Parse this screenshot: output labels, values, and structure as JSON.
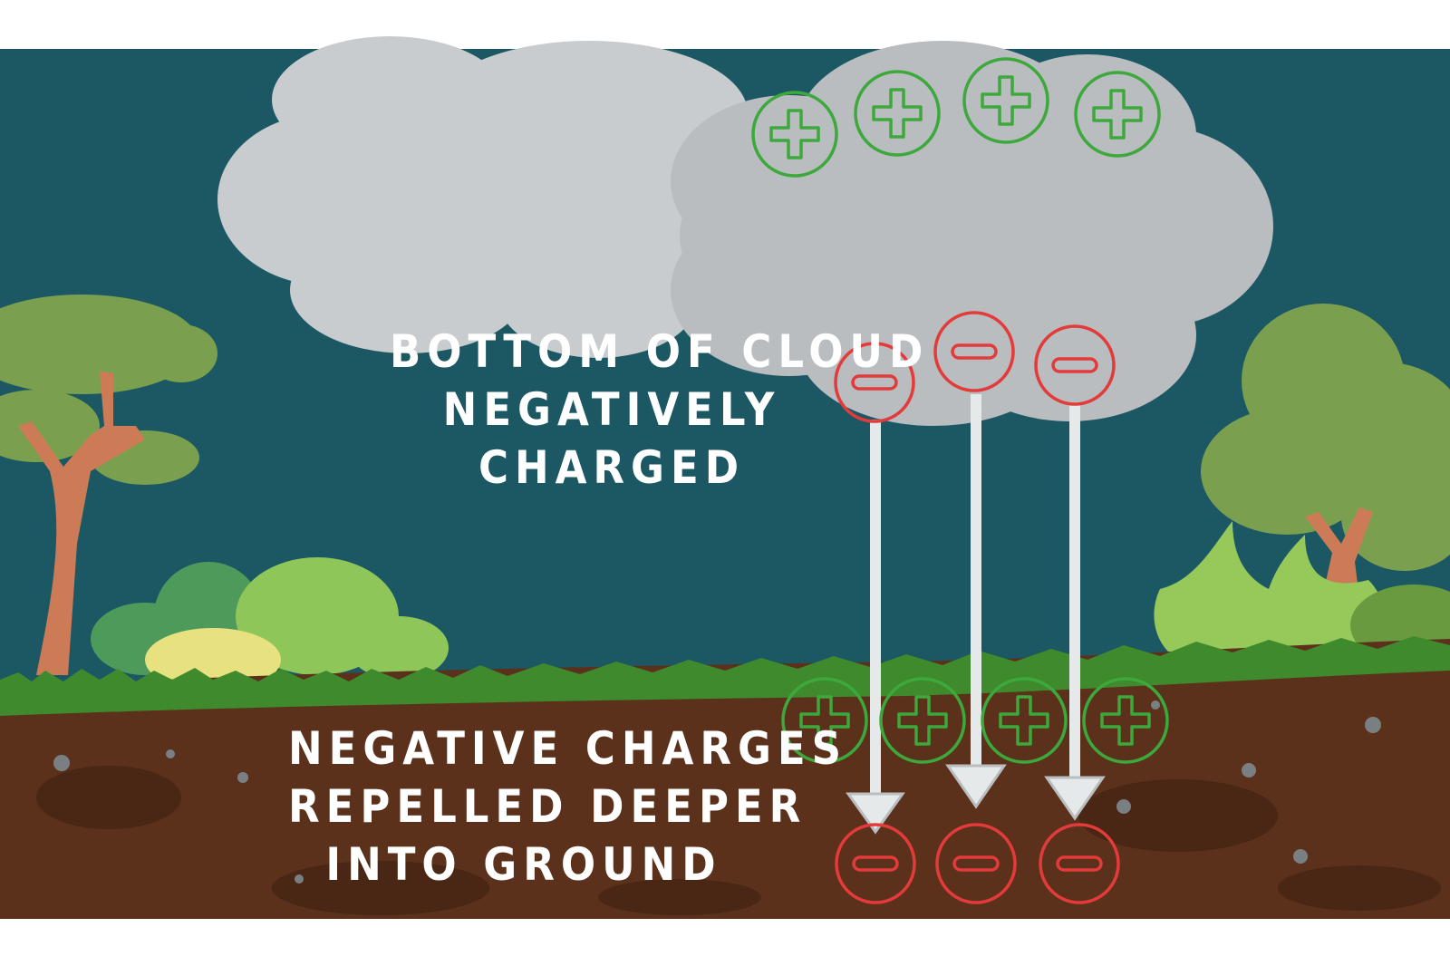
{
  "colors": {
    "background": "#ffffff",
    "sky": "#1b5863",
    "cloud_back": "#c8ccce",
    "cloud_front": "#b9bdbf",
    "soil": "#5b311c",
    "grass": "#3e8a2c",
    "positive": "#3da83b",
    "negative": "#e33a3a",
    "arrow": "#e6e9ea",
    "text": "#ffffff"
  },
  "labels": {
    "cloud": [
      "BOTTOM OF CLOUD",
      "NEGATIVELY",
      "CHARGED"
    ],
    "ground": [
      "NEGATIVE CHARGES",
      "REPELLED DEEPER",
      "INTO GROUND"
    ]
  },
  "charges": {
    "cloud_top_positive": 4,
    "cloud_bottom_negative": 3,
    "ground_surface_positive": 4,
    "ground_deep_negative": 3
  },
  "icons": [
    "plus-icon",
    "minus-icon",
    "down-arrow-icon",
    "tree-icon",
    "bush-icon",
    "cloud-icon"
  ]
}
